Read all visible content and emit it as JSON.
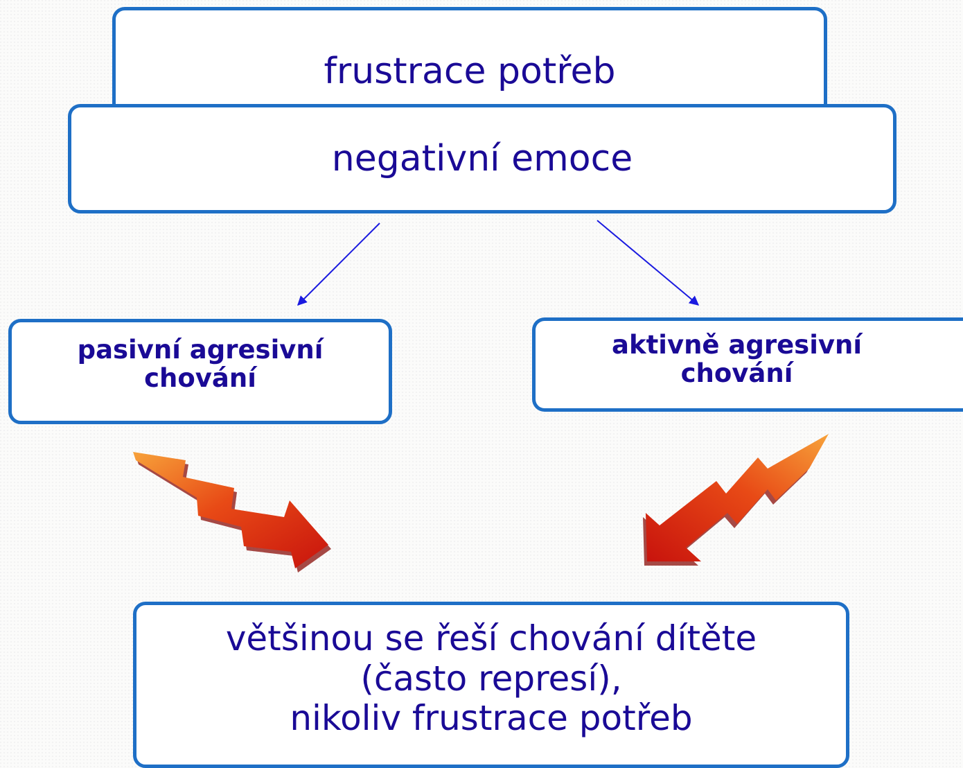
{
  "diagram": {
    "nodes": {
      "frustrace": {
        "label": "frustrace potřeb"
      },
      "emoce": {
        "label": "negativní emoce"
      },
      "pasivni": {
        "line1": "pasivní agresivní",
        "line2": "chování"
      },
      "aktivne": {
        "line1": "aktivně agresivní",
        "line2": "chování"
      },
      "vysledek": {
        "line1": "většinou se řeší chování dítěte",
        "line2": "(často represí),",
        "line3": "nikoliv frustrace potřeb"
      }
    },
    "edges": [
      {
        "from": "emoce",
        "to": "pasivni",
        "style": "thin-arrow"
      },
      {
        "from": "emoce",
        "to": "aktivne",
        "style": "thin-arrow"
      },
      {
        "from": "pasivni",
        "to": "vysledek",
        "style": "zigzag-arrow"
      },
      {
        "from": "aktivne",
        "to": "vysledek",
        "style": "zigzag-arrow"
      }
    ]
  },
  "colors": {
    "box_border": "#1e6fc6",
    "text": "#1a0a96",
    "thin_arrow": "#1a1ae0",
    "zigzag_light": "#f7a23a",
    "zigzag_dark": "#c8130d"
  }
}
